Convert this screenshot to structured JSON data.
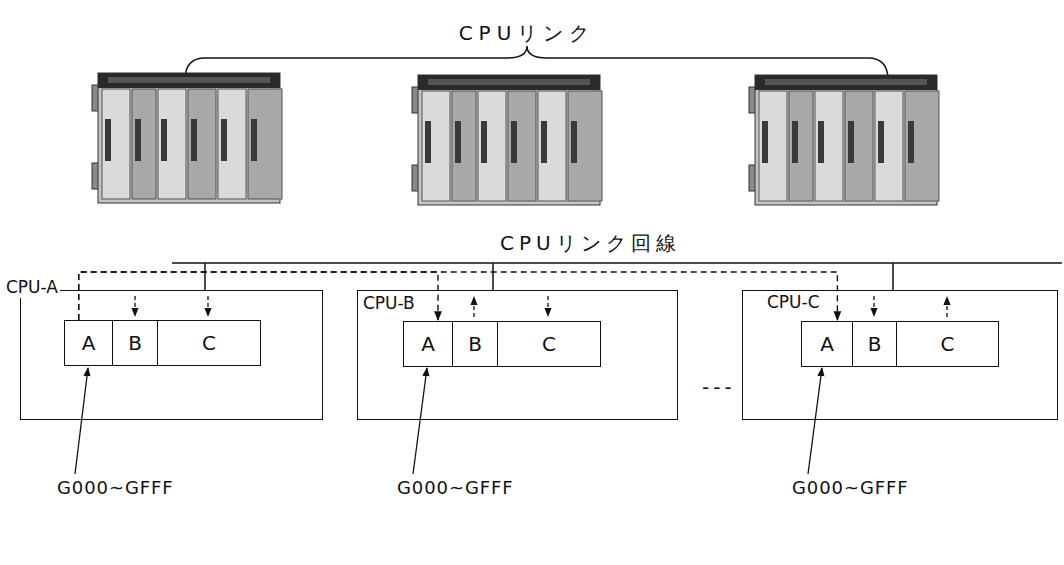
{
  "diagram": {
    "title": "CPUリンク",
    "nodes": [
      {
        "text": [
          "CPU-A"
        ]
      },
      {
        "text": [
          "A"
        ],
        "in": 0
      },
      {
        "text": [
          "B"
        ],
        "in": 0
      },
      {
        "text": [
          "C"
        ],
        "in": 0
      },
      {
        "text": [
          "CPU-B"
        ]
      },
      {
        "text": [
          "A"
        ],
        "in": 4
      },
      {
        "text": [
          "B"
        ],
        "in": 4
      },
      {
        "text": [
          "C"
        ],
        "in": 4
      },
      {
        "text": [
          "CPU-C"
        ]
      },
      {
        "text": [
          "A"
        ],
        "in": 8
      },
      {
        "text": [
          "B"
        ],
        "in": 8
      },
      {
        "text": [
          "C"
        ],
        "in": 8
      }
    ],
    "edges": [
      {
        "from": 1,
        "to": 5,
        "arrow": "to"
      },
      {
        "from": 1,
        "to": 9,
        "arrow": "to"
      }
    ],
    "labels": [
      "CPUリンク回線",
      "G000~GFFF",
      "G000~GFFF",
      "G000~GFFF",
      "---"
    ]
  }
}
